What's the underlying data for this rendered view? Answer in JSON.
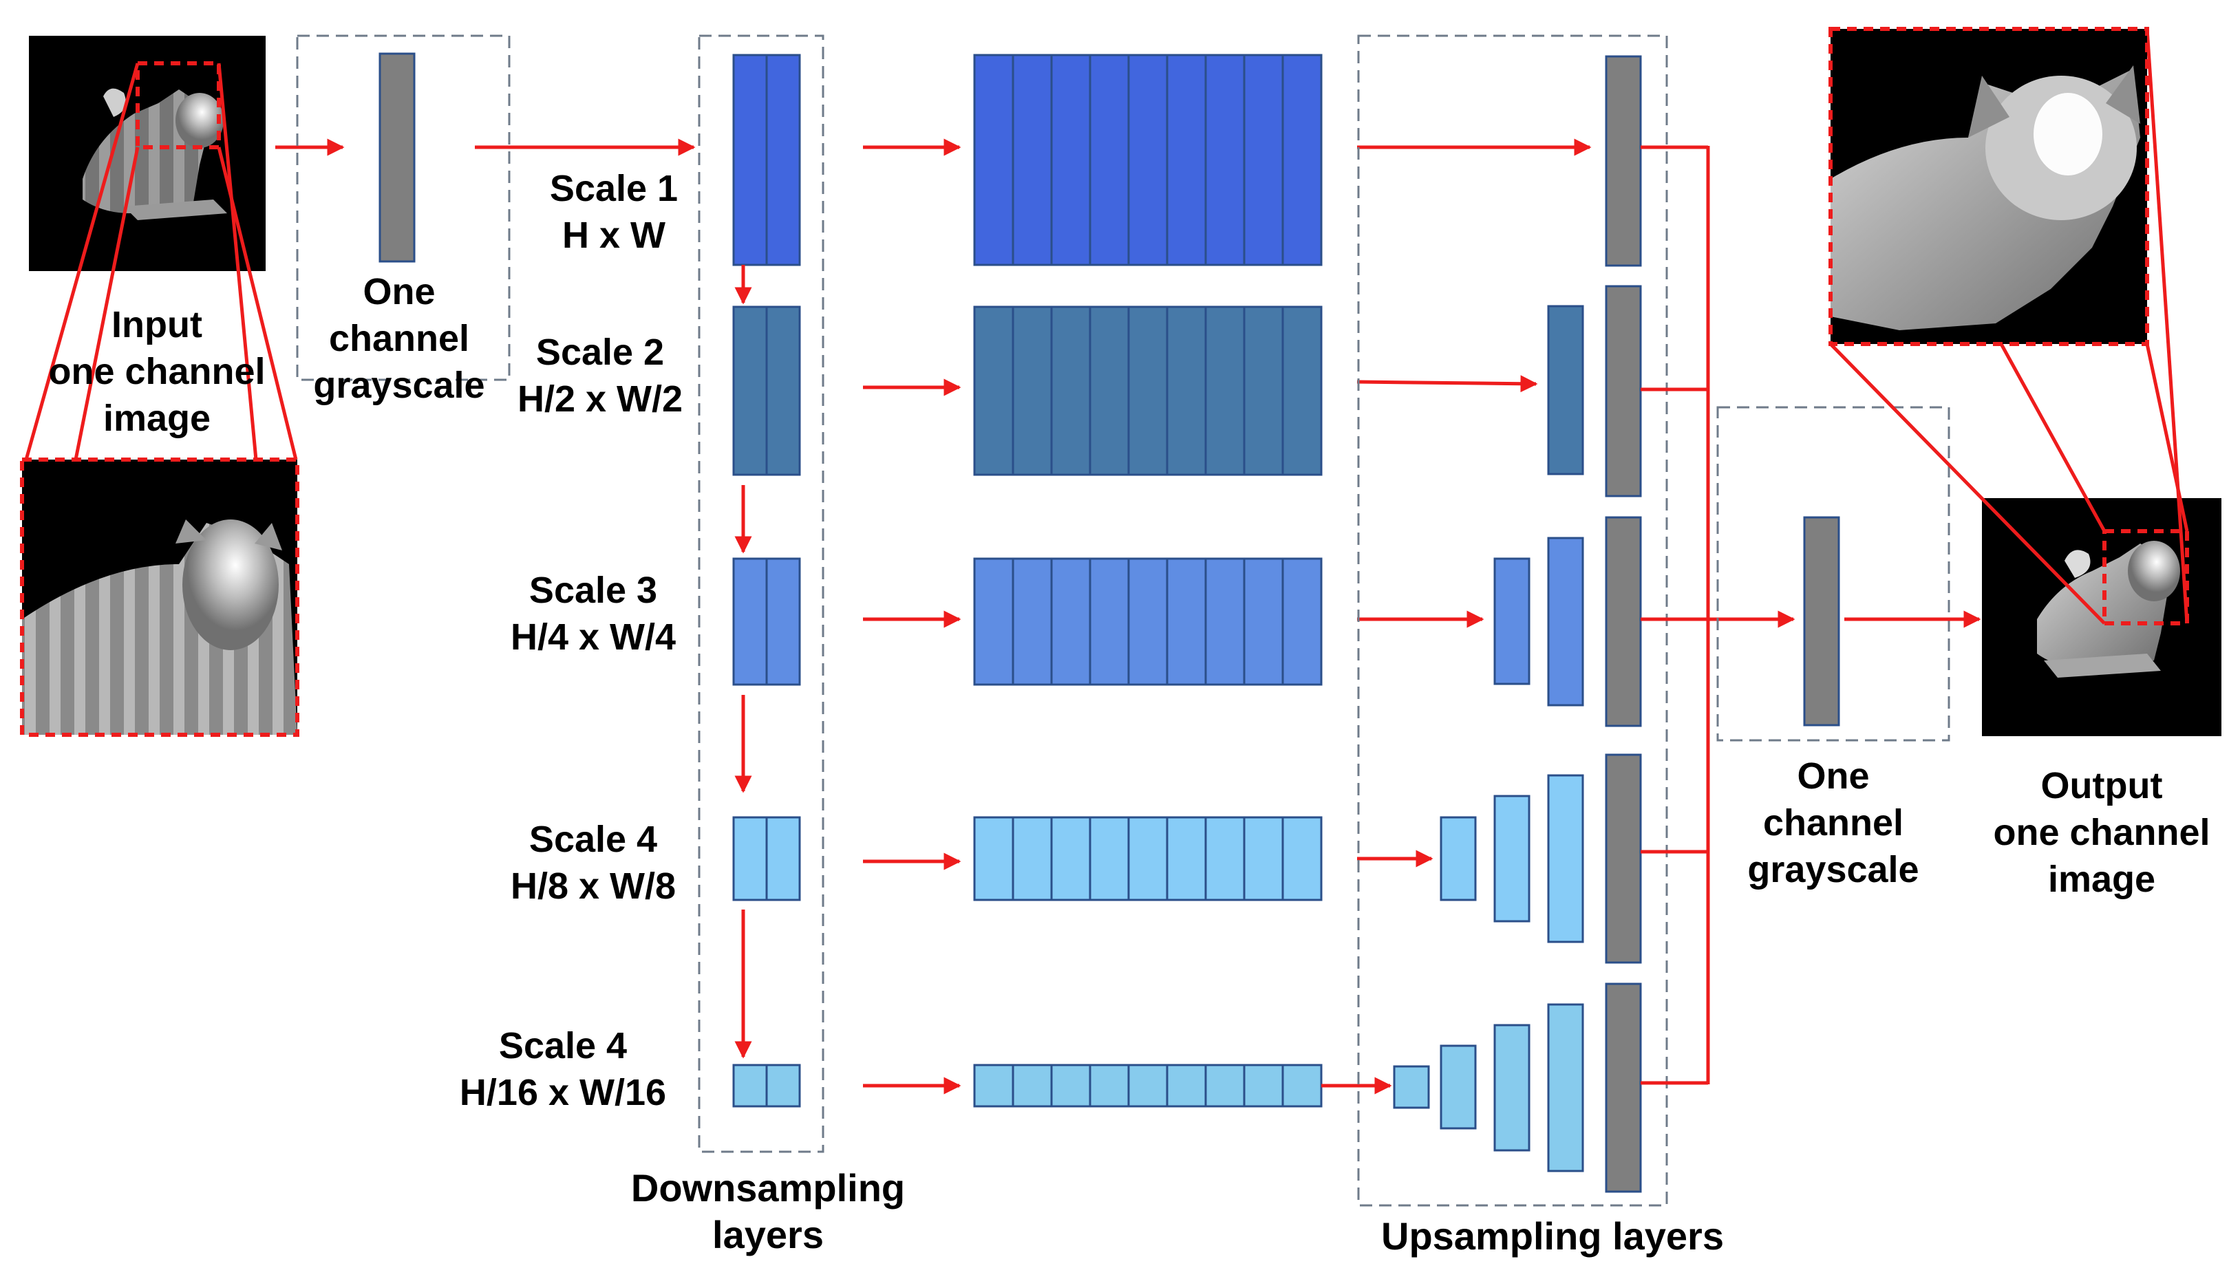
{
  "colors": {
    "scale1": "#4166de",
    "scale2": "#4779a8",
    "scale3": "#5f8de3",
    "scale4": "#87ccf7",
    "scale5": "#87cbed",
    "gray": "#7f7f7f",
    "arrow": "#ee1c1c",
    "dashed_box": "#6f7b8a"
  },
  "labels": {
    "input": [
      "Input",
      "one channel",
      "image"
    ],
    "one_channel_gray_left": [
      "One",
      "channel",
      "grayscale"
    ],
    "one_channel_gray_right": [
      "One",
      "channel",
      "grayscale"
    ],
    "output": [
      "Output",
      "one channel",
      "image"
    ],
    "downsampling": [
      "Downsampling",
      "layers"
    ],
    "upsampling": "Upsampling layers"
  },
  "scales": [
    {
      "name": "Scale 1",
      "size": "H x W"
    },
    {
      "name": "Scale 2",
      "size": "H/2 x W/2"
    },
    {
      "name": "Scale 3",
      "size": "H/4 x W/4"
    },
    {
      "name": "Scale 4",
      "size": "H/8 x W/8"
    },
    {
      "name": "Scale 4",
      "size": "H/16 x W/16"
    }
  ],
  "images": {
    "input_thumbnail": "cat-figurine-depth-image",
    "input_zoom": "cat-figurine-zoomed-crop",
    "output_thumbnail": "cat-figurine-output-image",
    "output_zoom": "cat-figurine-output-zoomed-crop"
  }
}
